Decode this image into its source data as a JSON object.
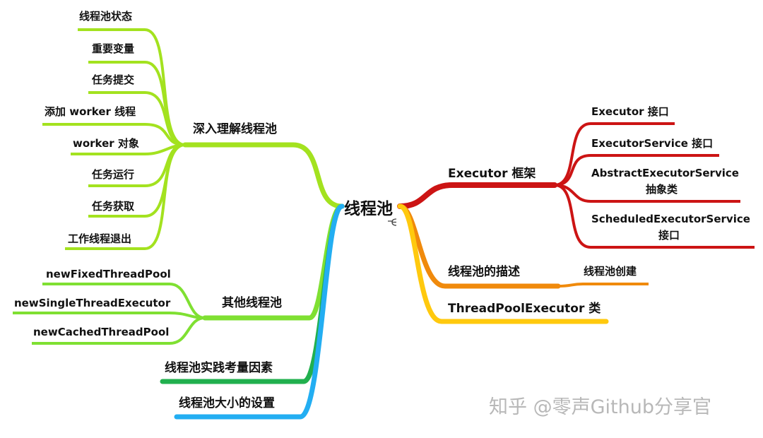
{
  "root": {
    "label": "线程池",
    "link_icon": "collapse-link-icon"
  },
  "colors": {
    "lime": "#a3e21f",
    "green_bright": "#7fe032",
    "green_mid": "#3fd04a",
    "green_dark": "#21b04e",
    "blue": "#23aef2",
    "red": "#cc1414",
    "orange": "#f08a0c",
    "yellow": "#ffc90e"
  },
  "left_branches": [
    {
      "label": "深入理解线程池",
      "children": [
        "线程池状态",
        "重要变量",
        "任务提交",
        "添加 worker 线程",
        "worker 对象",
        "任务运行",
        "任务获取",
        "工作线程退出"
      ]
    },
    {
      "label": "其他线程池",
      "children": [
        "newFixedThreadPool",
        "newSingleThreadExecutor",
        "newCachedThreadPool"
      ]
    },
    {
      "label": "线程池实践考量因素",
      "children": []
    },
    {
      "label": "线程池大小的设置",
      "children": []
    }
  ],
  "right_branches": [
    {
      "label": "Executor 框架",
      "children": [
        [
          "Executor 接口"
        ],
        [
          "ExecutorService 接口"
        ],
        [
          "AbstractExecutorService",
          "抽象类"
        ],
        [
          "ScheduledExecutorService",
          "接口"
        ]
      ]
    },
    {
      "label": "线程池的描述",
      "children": [
        [
          "线程池创建"
        ]
      ]
    },
    {
      "label": "ThreadPoolExecutor 类",
      "children": []
    }
  ],
  "watermark": "知乎 @零声Github分享官"
}
